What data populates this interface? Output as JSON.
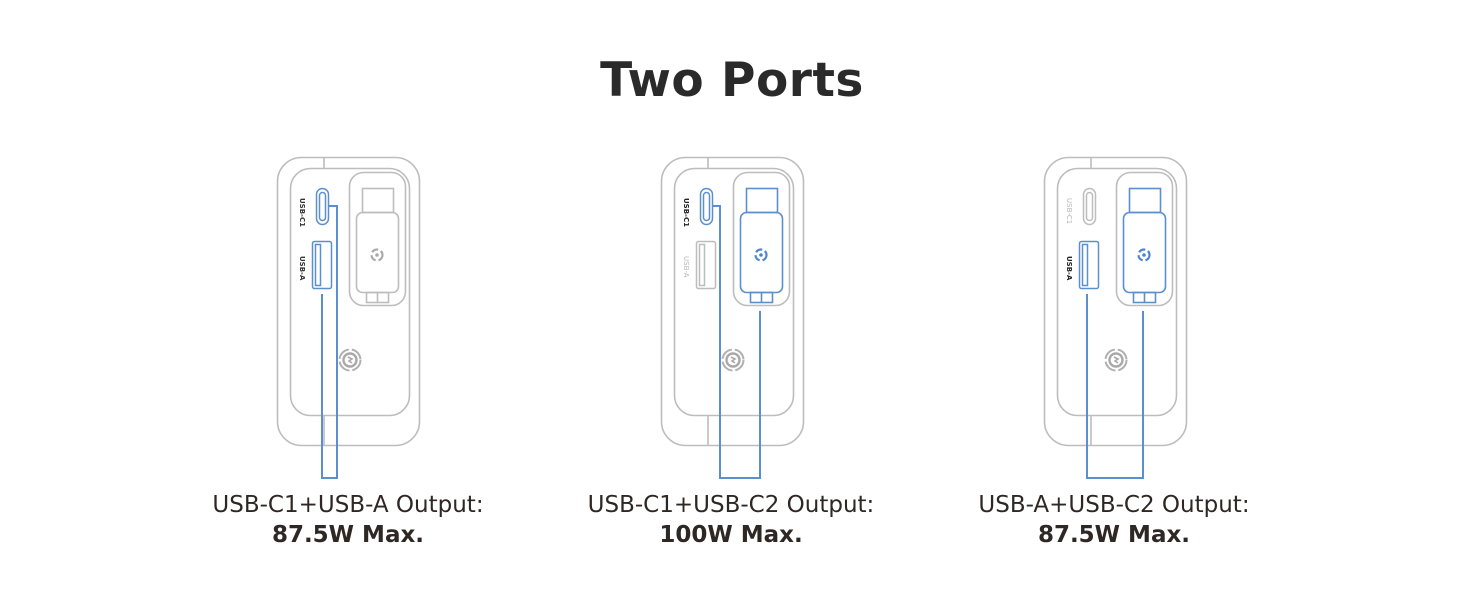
{
  "title": "Two Ports",
  "colors": {
    "accent_blue": "#5b8fd0",
    "outline_gray": "#b9b9b9",
    "text_dark": "#2e2724",
    "title_dark": "#2a2a2a"
  },
  "device_labels": {
    "port_c1": "USB-C1",
    "port_a": "USB-A"
  },
  "panels": [
    {
      "id": "c1-a",
      "active_ports": [
        "USB-C1",
        "USB-A"
      ],
      "caption_line1": "USB-C1+USB-A Output:",
      "caption_line2": "87.5W Max."
    },
    {
      "id": "c1-c2",
      "active_ports": [
        "USB-C1",
        "USB-C2"
      ],
      "caption_line1": "USB-C1+USB-C2 Output:",
      "caption_line2": "100W Max."
    },
    {
      "id": "a-c2",
      "active_ports": [
        "USB-A",
        "USB-C2"
      ],
      "caption_line1": "USB-A+USB-C2 Output:",
      "caption_line2": "87.5W Max."
    }
  ],
  "icons": {
    "charger_logo": "swirl-logo-icon",
    "power_logo": "circular-arrows-power-icon"
  }
}
